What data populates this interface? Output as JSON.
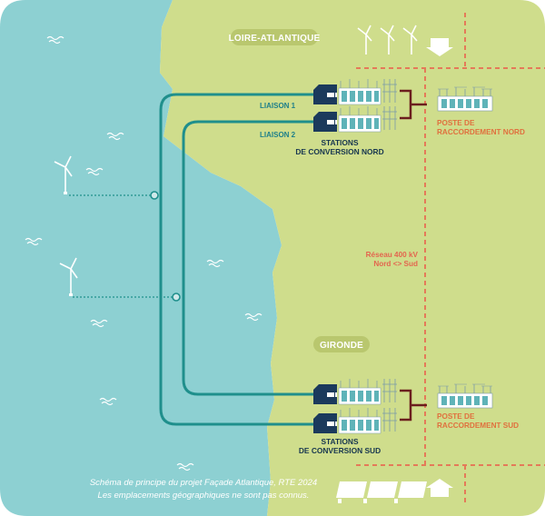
{
  "regions": {
    "north": "LOIRE-ATLANTIQUE",
    "south": "GIRONDE"
  },
  "links": {
    "link1": "LIAISON 1",
    "link2": "LIAISON 2"
  },
  "stations": {
    "north": [
      "STATIONS",
      "DE CONVERSION NORD"
    ],
    "south": [
      "STATIONS",
      "DE CONVERSION SUD"
    ]
  },
  "connection_posts": {
    "north": [
      "POSTE DE",
      "RACCORDEMENT NORD"
    ],
    "south": [
      "POSTE DE",
      "RACCORDEMENT SUD"
    ]
  },
  "grid": [
    "Réseau 400 kV",
    "Nord <> Sud"
  ],
  "caption": [
    "Schéma de principe du projet Façade Atlantique, RTE 2024",
    "Les emplacements géographiques ne sont pas connus."
  ],
  "colors": {
    "sea": "#8dd0d2",
    "land": "#cfdd8c",
    "cable": "#1f8f8c",
    "station": "#1b3a5c",
    "grid_line": "#e47a59",
    "ac_link": "#6b1e1e"
  },
  "icons": [
    "wind-turbine-icon",
    "solar-panel-icon",
    "consumption-arrow-icon",
    "production-arrow-icon",
    "converter-station-icon",
    "substation-icon"
  ]
}
